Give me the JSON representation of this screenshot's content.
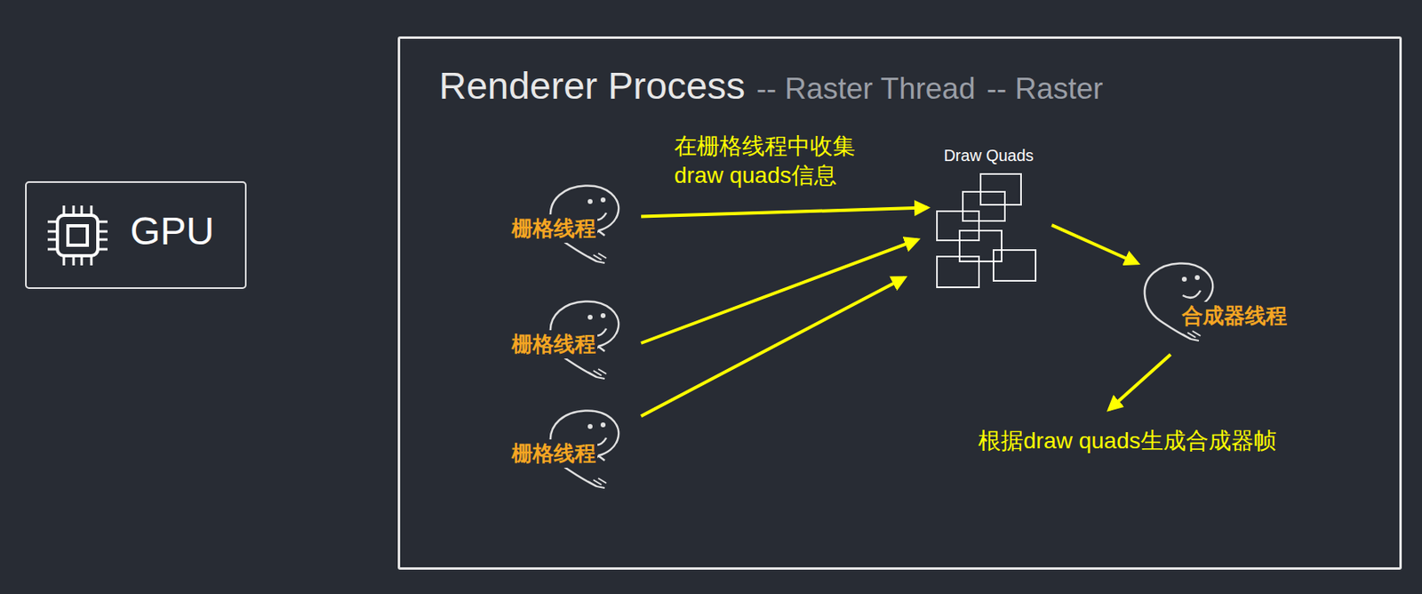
{
  "diagram": {
    "nodes": [
      {
        "text": [
          "GPU"
        ]
      },
      {
        "text": [
          "Renderer Process",
          "-- Raster Thread",
          "-- Raster"
        ]
      },
      {
        "text": [
          "栅格线程"
        ],
        "in": 1
      },
      {
        "text": [
          "栅格线程"
        ],
        "in": 1
      },
      {
        "text": [
          "栅格线程"
        ],
        "in": 1
      },
      {
        "text": [
          "Draw Quads"
        ],
        "in": 1
      },
      {
        "text": [
          "合成器线程"
        ],
        "in": 1
      }
    ],
    "edges": [
      {
        "from": 2,
        "to": 5,
        "arrow": "to",
        "label": "在栅格线程中收集 draw quads信息"
      },
      {
        "from": 3,
        "to": 5,
        "arrow": "to"
      },
      {
        "from": 4,
        "to": 5,
        "arrow": "to"
      },
      {
        "from": 5,
        "to": 6,
        "arrow": "to"
      }
    ],
    "labels": [
      "根据draw quads生成合成器帧"
    ]
  }
}
